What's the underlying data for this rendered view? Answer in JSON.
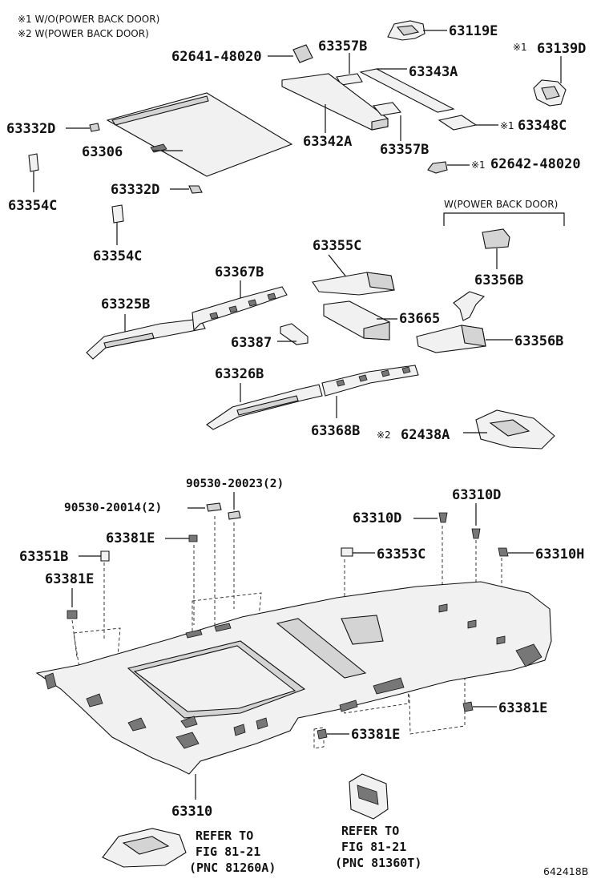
{
  "notes": {
    "note1": "※1 W/O(POWER BACK DOOR)",
    "note2": "※2 W(POWER BACK DOOR)"
  },
  "bracket_label": "W(POWER BACK DOOR)",
  "parts": {
    "p63119E": "63119E",
    "p62641": "62641-48020",
    "p63357B_top": "63357B",
    "p63139D": "63139D",
    "p63343A": "63343A",
    "p63332D_a": "63332D",
    "p63306": "63306",
    "p63342A": "63342A",
    "p63348C": "63348C",
    "p63357B_b": "63357B",
    "p62642": "62642-48020",
    "p63354C_a": "63354C",
    "p63332D_b": "63332D",
    "p63354C_b": "63354C",
    "p63355C": "63355C",
    "p63356B_a": "63356B",
    "p63367B": "63367B",
    "p63325B": "63325B",
    "p63665": "63665",
    "p63387": "63387",
    "p63356B_b": "63356B",
    "p63326B": "63326B",
    "p63368B": "63368B",
    "p62438A": "62438A",
    "p90530_23": "90530-20023(2)",
    "p90530_14": "90530-20014(2)",
    "p63310D_a": "63310D",
    "p63310D_b": "63310D",
    "p63381E_a": "63381E",
    "p63351B": "63351B",
    "p63353C": "63353C",
    "p63310H": "63310H",
    "p63381E_b": "63381E",
    "p63381E_c": "63381E",
    "p63381E_d": "63381E",
    "p63310": "63310"
  },
  "marks": {
    "m63139D": "※1",
    "m63348C": "※1",
    "m62642": "※1",
    "m62438A": "※2"
  },
  "refer_left": {
    "line1": "REFER TO",
    "line2": "FIG 81-21",
    "line3": "(PNC 81260A)"
  },
  "refer_right": {
    "line1": "REFER TO",
    "line2": "FIG 81-21",
    "line3": "(PNC 81360T)"
  },
  "figure_id": "642418B"
}
